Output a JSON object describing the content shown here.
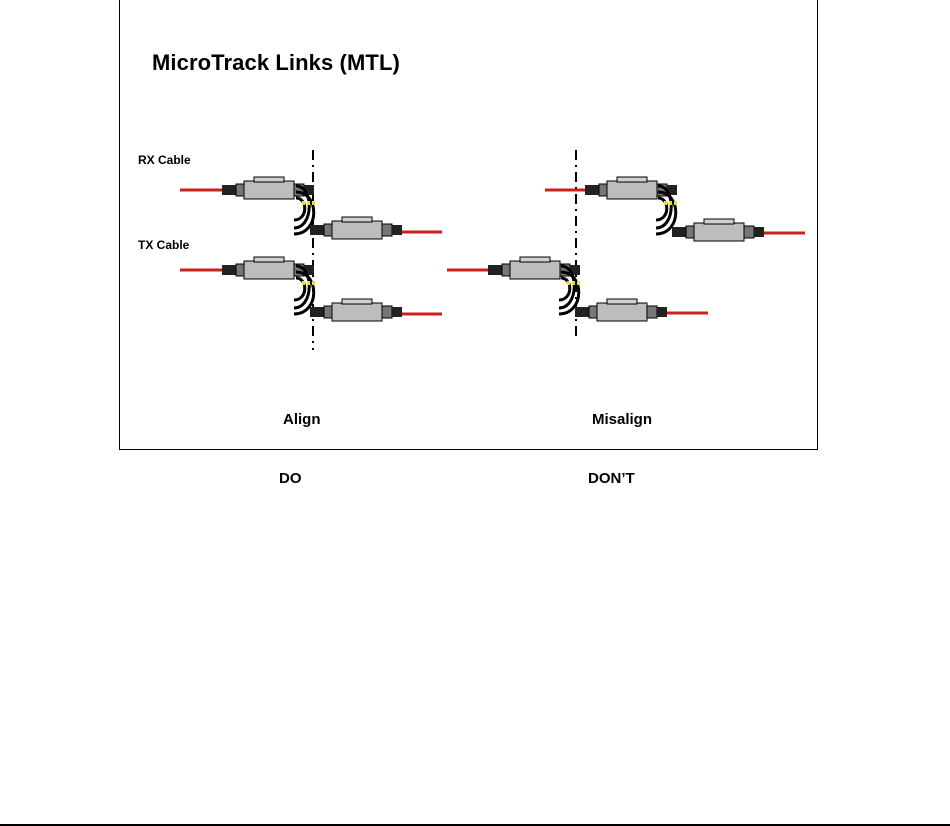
{
  "figure": {
    "title": "MicroTrack Links (MTL)",
    "rx_label": "RX Cable",
    "tx_label": "TX Cable",
    "align_label": "Align",
    "misalign_label": "Misalign"
  },
  "captions": {
    "do": "DO",
    "dont": "DON’T"
  },
  "colors": {
    "cable": "#cc1f1f",
    "connector": "#b8b8b8",
    "highlight": "#e9e02a",
    "line": "#000000"
  }
}
